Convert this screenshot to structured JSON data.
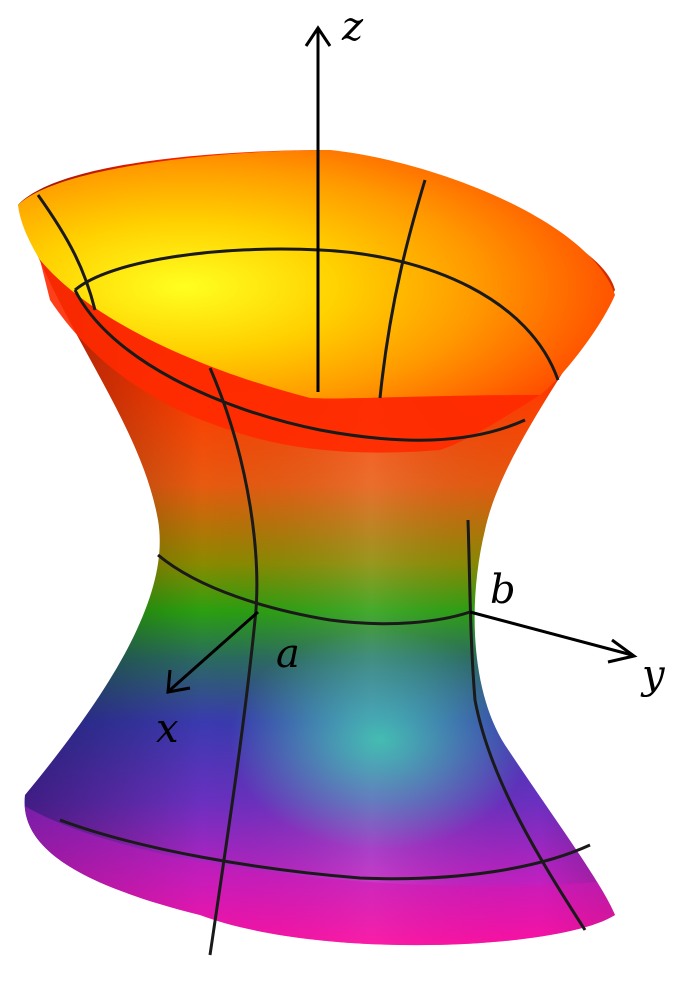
{
  "figure": {
    "axes": {
      "z": "z",
      "y": "y",
      "x": "x"
    },
    "semi_axes": {
      "a": "a",
      "b": "b"
    }
  },
  "colors": {
    "rim_red": "#ff2200",
    "inner_yellow": "#ffff10",
    "neck_green": "#1aa800",
    "blue": "#1a2ab0",
    "cyan": "#30b8a0",
    "purple": "#8a20c8",
    "magenta": "#ff10b0",
    "grid_line": "#1a1a1a"
  }
}
